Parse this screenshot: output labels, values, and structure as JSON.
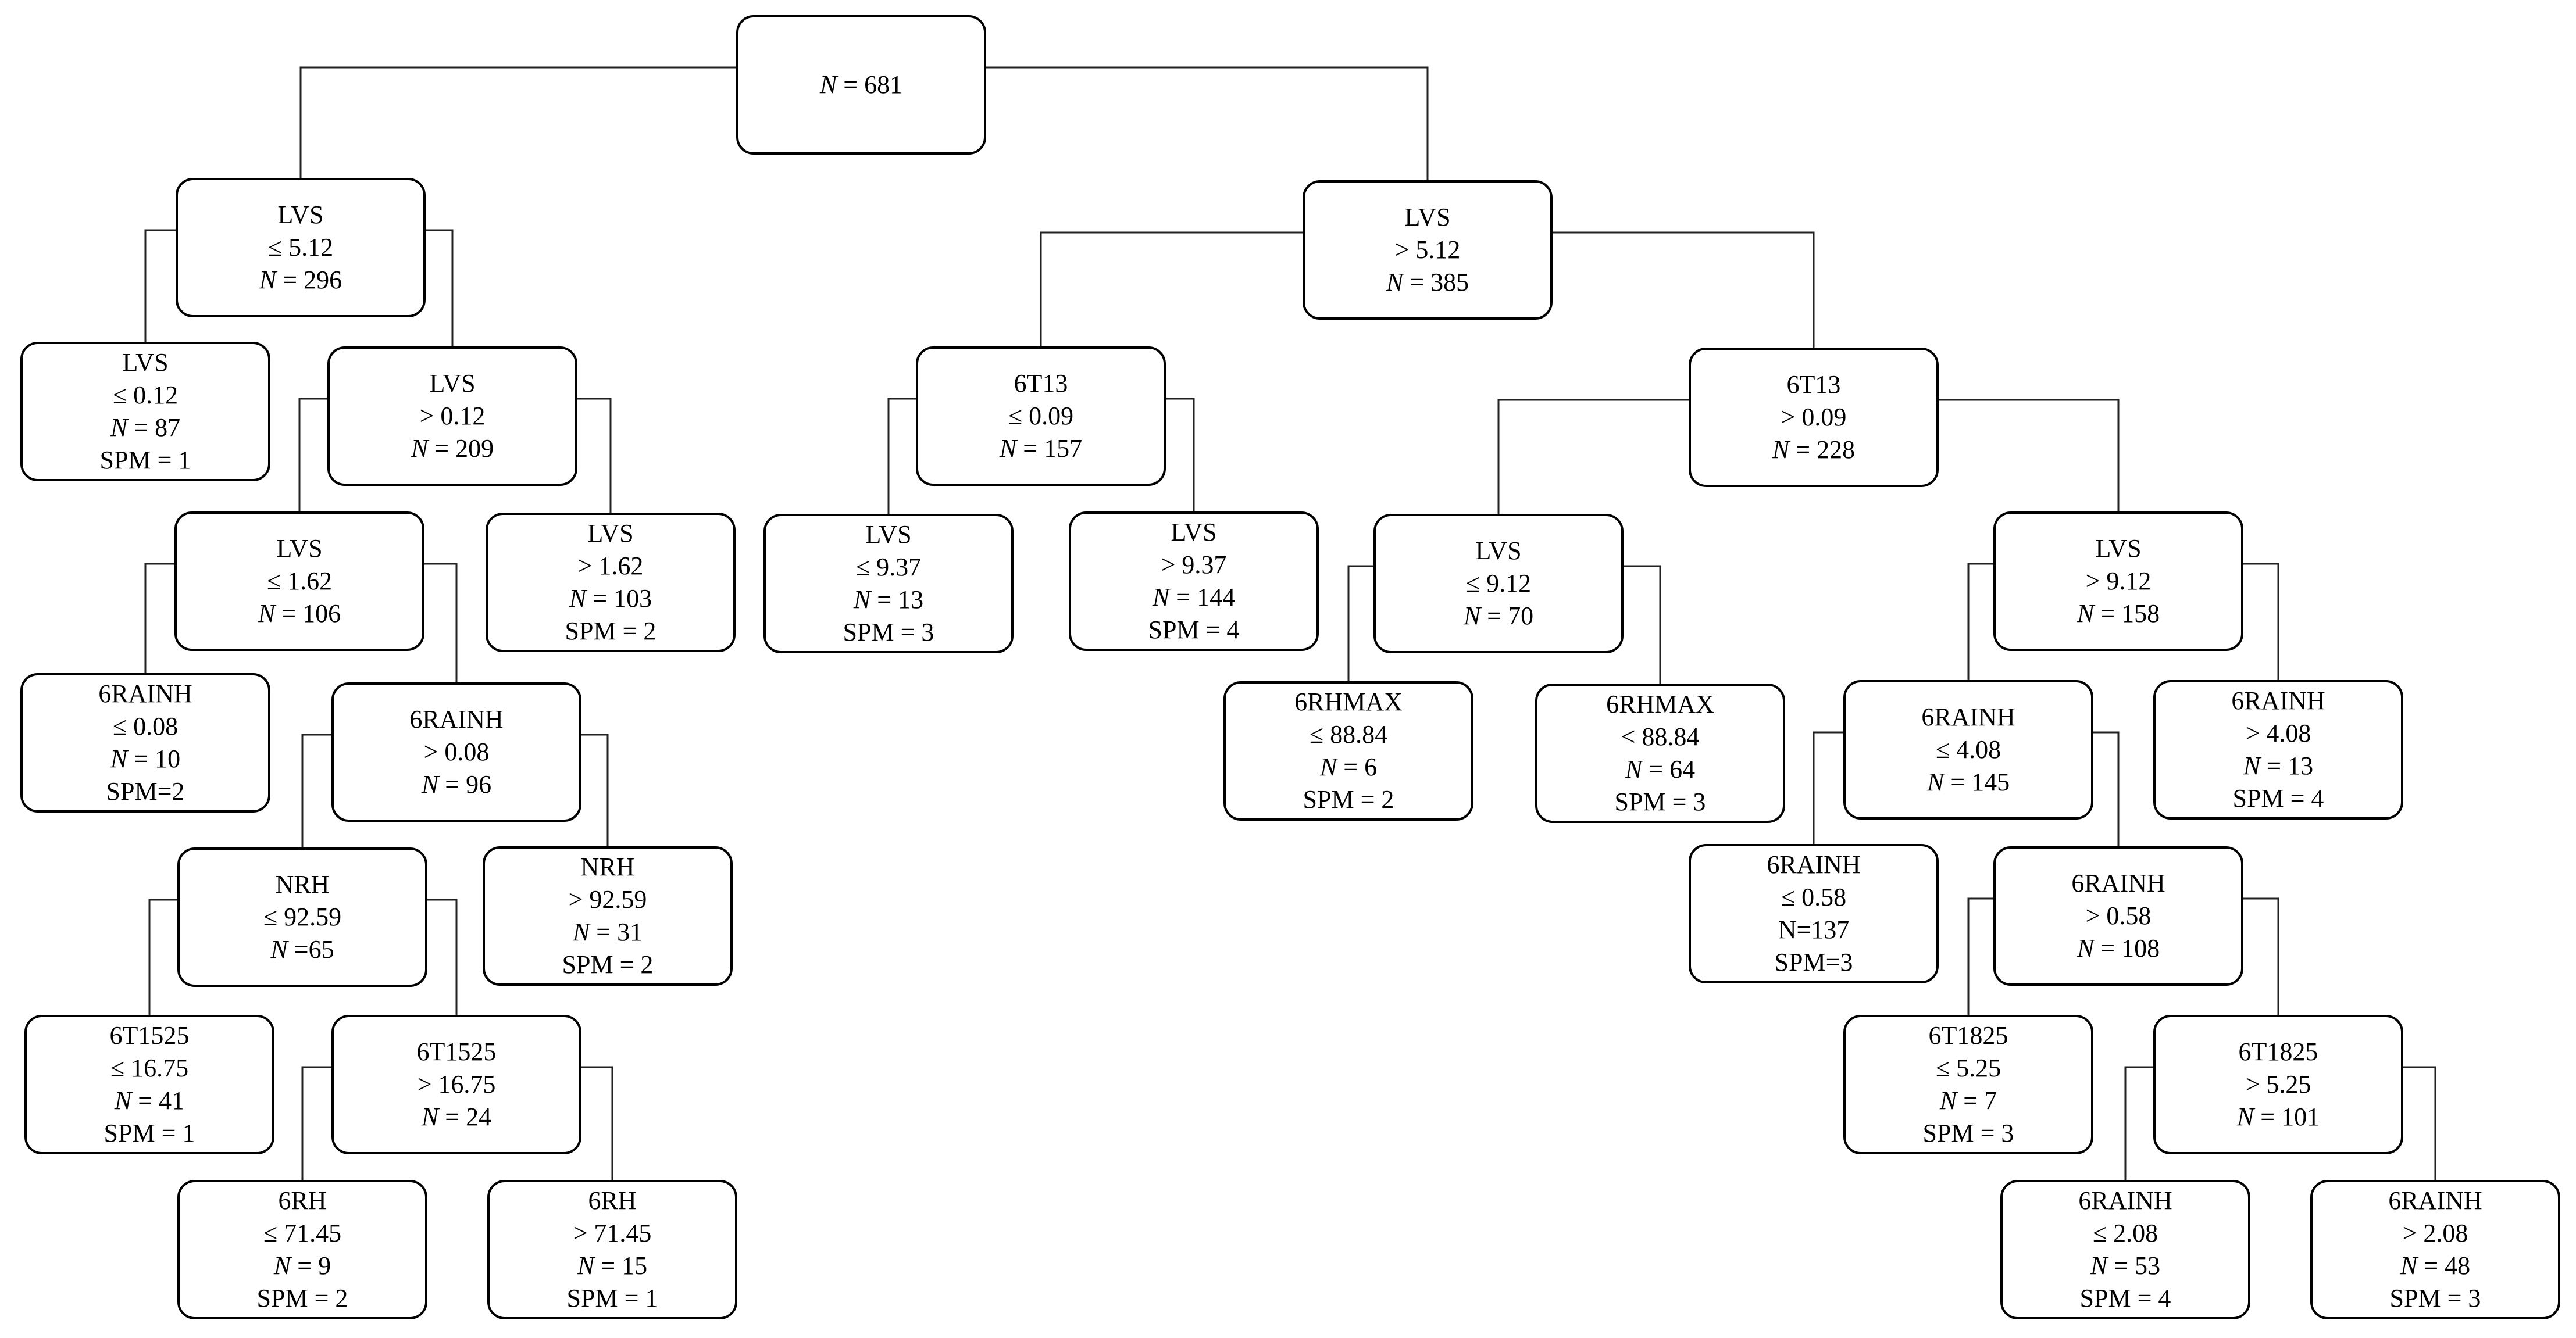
{
  "nodes": [
    {
      "id": "n0",
      "lines": [
        {
          "n": "681"
        }
      ]
    },
    {
      "id": "n1",
      "lines": [
        {
          "t": "LVS"
        },
        {
          "t": "≤ 5.12"
        },
        {
          "n": "296"
        }
      ]
    },
    {
      "id": "n2",
      "lines": [
        {
          "t": "LVS"
        },
        {
          "t": "> 5.12"
        },
        {
          "n": "385"
        }
      ]
    },
    {
      "id": "n3",
      "lines": [
        {
          "t": "LVS"
        },
        {
          "t": "≤ 0.12"
        },
        {
          "n": "87"
        },
        {
          "t": "SPM = 1"
        }
      ]
    },
    {
      "id": "n4",
      "lines": [
        {
          "t": "LVS"
        },
        {
          "t": "> 0.12"
        },
        {
          "n": "209"
        }
      ]
    },
    {
      "id": "n5",
      "lines": [
        {
          "t": "LVS"
        },
        {
          "t": "≤ 1.62"
        },
        {
          "n": "106"
        }
      ]
    },
    {
      "id": "n6",
      "lines": [
        {
          "t": "LVS"
        },
        {
          "t": "> 1.62"
        },
        {
          "n": "103"
        },
        {
          "t": "SPM = 2"
        }
      ]
    },
    {
      "id": "n7",
      "lines": [
        {
          "t": "6RAINH"
        },
        {
          "t": "≤  0.08"
        },
        {
          "n": "10"
        },
        {
          "t": "SPM=2"
        }
      ]
    },
    {
      "id": "n8",
      "lines": [
        {
          "t": "6RAINH"
        },
        {
          "t": "> 0.08"
        },
        {
          "n": "96"
        }
      ]
    },
    {
      "id": "n9",
      "lines": [
        {
          "t": "NRH"
        },
        {
          "t": "≤ 92.59"
        },
        {
          "nc": "65"
        }
      ]
    },
    {
      "id": "n10",
      "lines": [
        {
          "t": "NRH"
        },
        {
          "t": "> 92.59"
        },
        {
          "n": "31"
        },
        {
          "t": "SPM = 2"
        }
      ]
    },
    {
      "id": "n11",
      "lines": [
        {
          "t": "6T1525"
        },
        {
          "t": "≤ 16.75"
        },
        {
          "n": "41"
        },
        {
          "t": "SPM = 1"
        }
      ]
    },
    {
      "id": "n12",
      "lines": [
        {
          "t": "6T1525"
        },
        {
          "t": "> 16.75"
        },
        {
          "n": "24"
        }
      ]
    },
    {
      "id": "n13",
      "lines": [
        {
          "t": "6RH"
        },
        {
          "t": "≤ 71.45"
        },
        {
          "n": "9"
        },
        {
          "t": "SPM = 2"
        }
      ]
    },
    {
      "id": "n14",
      "lines": [
        {
          "t": "6RH"
        },
        {
          "t": "> 71.45"
        },
        {
          "n": "15"
        },
        {
          "t": "SPM = 1"
        }
      ]
    },
    {
      "id": "n15",
      "lines": [
        {
          "t": "6T13"
        },
        {
          "t": "≤ 0.09"
        },
        {
          "n": "157"
        }
      ]
    },
    {
      "id": "n16",
      "lines": [
        {
          "t": "6T13"
        },
        {
          "t": "> 0.09"
        },
        {
          "n": "228"
        }
      ]
    },
    {
      "id": "n17",
      "lines": [
        {
          "t": "LVS"
        },
        {
          "t": "≤ 9.37"
        },
        {
          "n": "13"
        },
        {
          "t": "SPM = 3"
        }
      ]
    },
    {
      "id": "n18",
      "lines": [
        {
          "t": "LVS"
        },
        {
          "t": "> 9.37"
        },
        {
          "n": "144"
        },
        {
          "t": "SPM = 4"
        }
      ]
    },
    {
      "id": "n19",
      "lines": [
        {
          "t": "LVS"
        },
        {
          "t": "≤ 9.12"
        },
        {
          "n": "70"
        }
      ]
    },
    {
      "id": "n20",
      "lines": [
        {
          "t": "LVS"
        },
        {
          "t": "> 9.12"
        },
        {
          "n": "158"
        }
      ]
    },
    {
      "id": "n21",
      "lines": [
        {
          "t": "6RHMAX"
        },
        {
          "t": "≤  88.84"
        },
        {
          "n": "6"
        },
        {
          "t": "SPM = 2"
        }
      ]
    },
    {
      "id": "n22",
      "lines": [
        {
          "t": "6RHMAX"
        },
        {
          "t": "<  88.84"
        },
        {
          "n": "64"
        },
        {
          "t": "SPM = 3"
        }
      ]
    },
    {
      "id": "n23",
      "lines": [
        {
          "t": "6RAINH"
        },
        {
          "t": "≤  4.08"
        },
        {
          "n": "145"
        }
      ]
    },
    {
      "id": "n24",
      "lines": [
        {
          "t": "6RAINH"
        },
        {
          "t": ">  4.08"
        },
        {
          "n": "13"
        },
        {
          "t": "SPM = 4"
        }
      ]
    },
    {
      "id": "n25",
      "lines": [
        {
          "t": "6RAINH"
        },
        {
          "t": "≤  0.58"
        },
        {
          "t": "N=137"
        },
        {
          "t": "SPM=3"
        }
      ]
    },
    {
      "id": "n26",
      "lines": [
        {
          "t": "6RAINH"
        },
        {
          "t": ">  0.58"
        },
        {
          "n": "108"
        }
      ]
    },
    {
      "id": "n27",
      "lines": [
        {
          "t": "6T1825"
        },
        {
          "t": "≤ 5.25"
        },
        {
          "n": "7"
        },
        {
          "t": "SPM = 3"
        }
      ]
    },
    {
      "id": "n28",
      "lines": [
        {
          "t": "6T1825"
        },
        {
          "t": "> 5.25"
        },
        {
          "n": "101"
        }
      ]
    },
    {
      "id": "n29",
      "lines": [
        {
          "t": "6RAINH"
        },
        {
          "t": "≤  2.08"
        },
        {
          "n": "53"
        },
        {
          "t": "SPM = 4"
        }
      ]
    },
    {
      "id": "n30",
      "lines": [
        {
          "t": "6RAINH"
        },
        {
          "t": ">  2.08"
        },
        {
          "n": "48"
        },
        {
          "t": "SPM = 3"
        }
      ]
    }
  ],
  "edges": [
    {
      "from": "n0",
      "to": "n1"
    },
    {
      "from": "n0",
      "to": "n2"
    },
    {
      "from": "n1",
      "to": "n3"
    },
    {
      "from": "n1",
      "to": "n4"
    },
    {
      "from": "n4",
      "to": "n5"
    },
    {
      "from": "n4",
      "to": "n6"
    },
    {
      "from": "n5",
      "to": "n7"
    },
    {
      "from": "n5",
      "to": "n8"
    },
    {
      "from": "n8",
      "to": "n9"
    },
    {
      "from": "n8",
      "to": "n10"
    },
    {
      "from": "n9",
      "to": "n11"
    },
    {
      "from": "n9",
      "to": "n12"
    },
    {
      "from": "n12",
      "to": "n13"
    },
    {
      "from": "n12",
      "to": "n14"
    },
    {
      "from": "n2",
      "to": "n15"
    },
    {
      "from": "n2",
      "to": "n16"
    },
    {
      "from": "n15",
      "to": "n17"
    },
    {
      "from": "n15",
      "to": "n18"
    },
    {
      "from": "n16",
      "to": "n19"
    },
    {
      "from": "n16",
      "to": "n20"
    },
    {
      "from": "n19",
      "to": "n21"
    },
    {
      "from": "n19",
      "to": "n22"
    },
    {
      "from": "n20",
      "to": "n23"
    },
    {
      "from": "n20",
      "to": "n24"
    },
    {
      "from": "n23",
      "to": "n25"
    },
    {
      "from": "n23",
      "to": "n26"
    },
    {
      "from": "n26",
      "to": "n27"
    },
    {
      "from": "n26",
      "to": "n28"
    },
    {
      "from": "n28",
      "to": "n29"
    },
    {
      "from": "n28",
      "to": "n30"
    }
  ]
}
